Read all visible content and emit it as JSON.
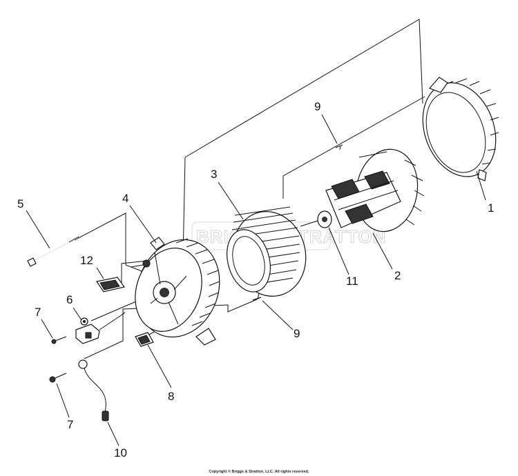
{
  "callouts": [
    {
      "id": "1",
      "label": "1"
    },
    {
      "id": "2",
      "label": "2"
    },
    {
      "id": "3",
      "label": "3"
    },
    {
      "id": "4",
      "label": "4"
    },
    {
      "id": "5",
      "label": "5"
    },
    {
      "id": "6",
      "label": "6"
    },
    {
      "id": "7a",
      "label": "7"
    },
    {
      "id": "7b",
      "label": "7"
    },
    {
      "id": "8",
      "label": "8"
    },
    {
      "id": "9a",
      "label": "9"
    },
    {
      "id": "9b",
      "label": "9"
    },
    {
      "id": "10",
      "label": "10"
    },
    {
      "id": "11",
      "label": "11"
    },
    {
      "id": "12",
      "label": "12"
    }
  ],
  "watermark": "BRIGGS&STRATTON",
  "copyright": "Copyright © Briggs & Stratton, LLC. All rights reserved."
}
